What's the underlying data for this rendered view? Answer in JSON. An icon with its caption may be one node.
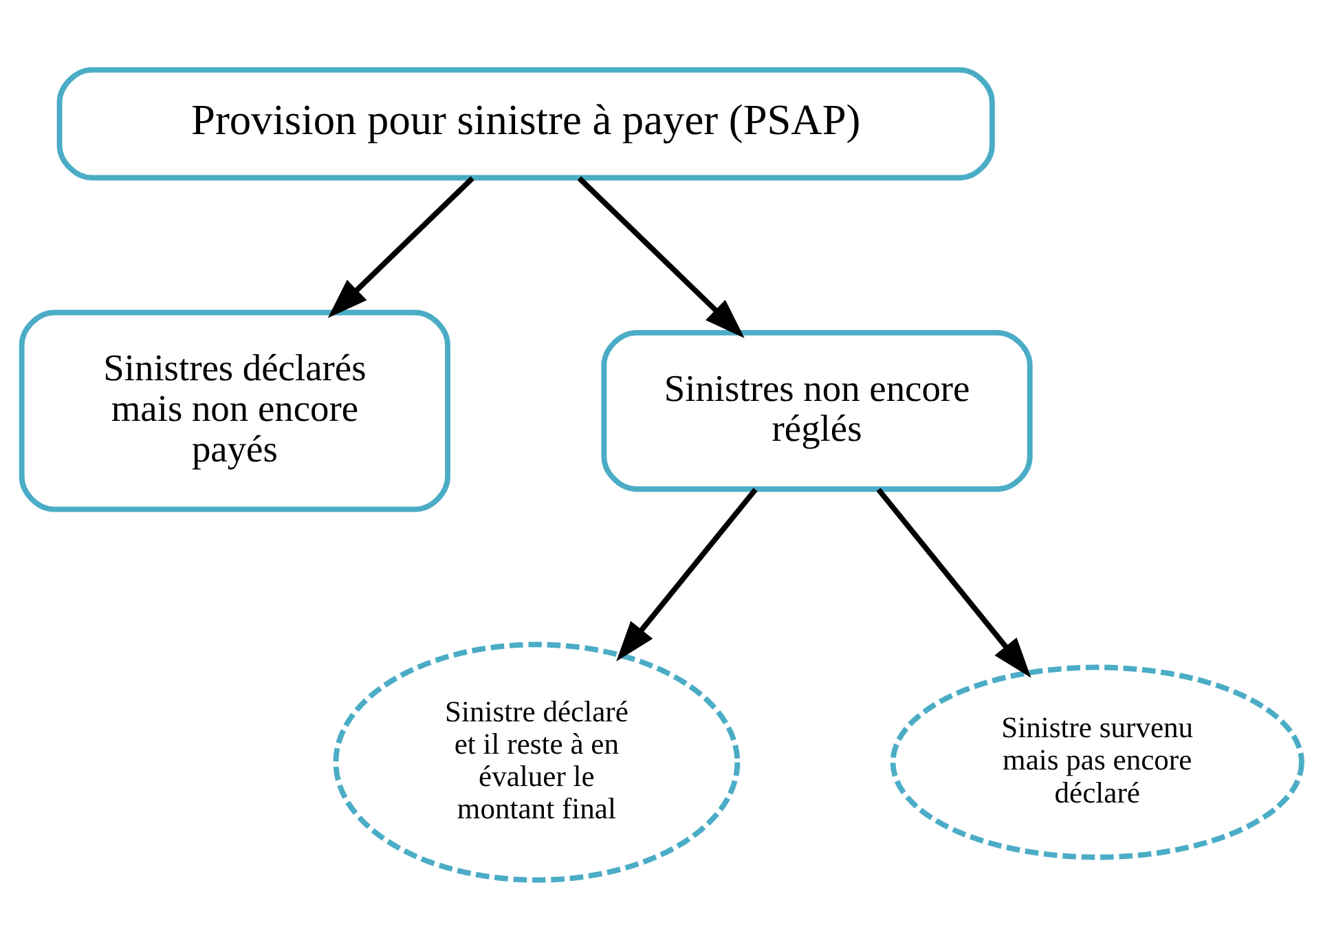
{
  "diagram": {
    "nodes": [
      {
        "text": [
          "Provision pour sinistre à payer (PSAP)"
        ]
      },
      {
        "text": [
          "Sinistres déclarés mais non encore payés"
        ]
      },
      {
        "text": [
          "Sinistres non encore réglés"
        ]
      },
      {
        "text": [
          "Sinistre déclaré et il reste à en évaluer le montant final"
        ]
      },
      {
        "text": [
          "Sinistre survenu mais pas encore déclaré"
        ]
      }
    ],
    "edges": [
      {
        "from": 0,
        "to": 1,
        "arrow": "to"
      },
      {
        "from": 0,
        "to": 2,
        "arrow": "to"
      },
      {
        "from": 2,
        "to": 3,
        "arrow": "to"
      },
      {
        "from": 2,
        "to": 4,
        "arrow": "to"
      }
    ]
  }
}
